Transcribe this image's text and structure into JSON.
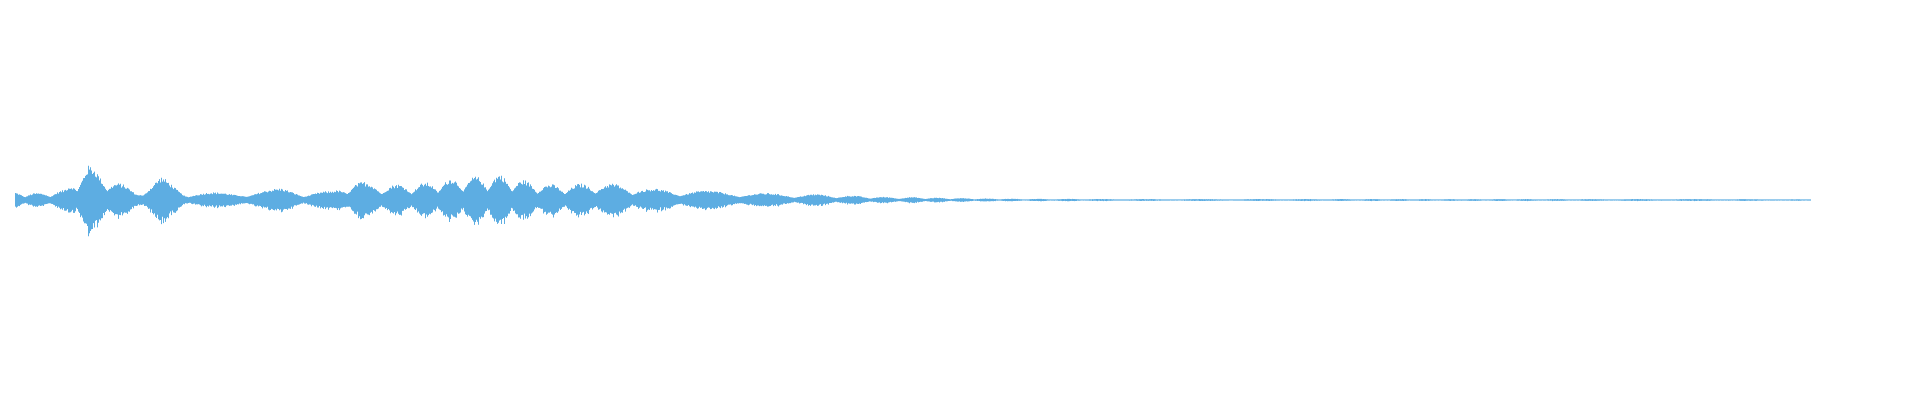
{
  "chart_data": {
    "type": "line",
    "subtype": "audio-waveform",
    "title": "",
    "xlabel": "",
    "ylabel": "",
    "axes_visible": false,
    "grid": false,
    "ylim": [
      -1,
      1
    ],
    "color": "#5dade2",
    "envelope_peak_amplitude": [
      0.04,
      0.035,
      0.05,
      0.18,
      0.11,
      0.04,
      0.12,
      0.04,
      0.04,
      0.035,
      0.05,
      0.06,
      0.04,
      0.045,
      0.1,
      0.08,
      0.08,
      0.09,
      0.11,
      0.12,
      0.13,
      0.1,
      0.08,
      0.08,
      0.09,
      0.08,
      0.06,
      0.055,
      0.05,
      0.045,
      0.04,
      0.035,
      0.03,
      0.03,
      0.025,
      0.02,
      0.015,
      0.015,
      0.012,
      0.01,
      0.008,
      0.007,
      0.006,
      0.006,
      0.006,
      0.005,
      0.005,
      0.005,
      0.005,
      0.005,
      0.005,
      0.005,
      0.005,
      0.005,
      0.005,
      0.005,
      0.005,
      0.005,
      0.005,
      0.005,
      0.005,
      0.005,
      0.005,
      0.005,
      0.005,
      0.005,
      0.005,
      0.005,
      0.005,
      0.005,
      0.005,
      0.005,
      0.004,
      0.004,
      0.004
    ]
  }
}
